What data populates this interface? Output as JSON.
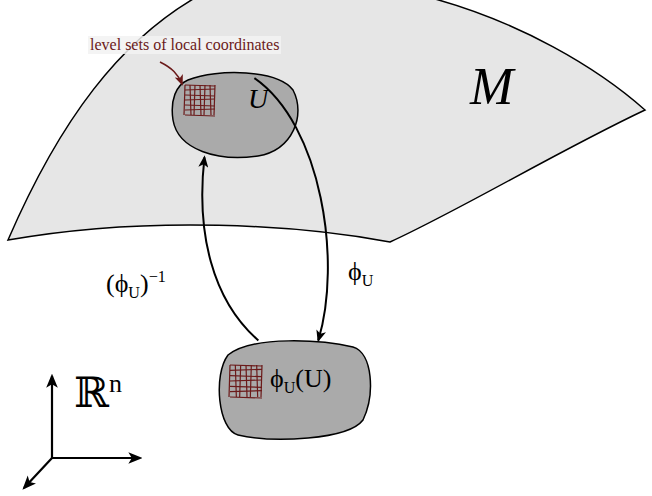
{
  "diagram": {
    "nodes": [
      {
        "text": [
          "M"
        ]
      },
      {
        "text": [
          "U"
        ],
        "in": 0
      },
      {
        "text": [
          "ϕU(U)"
        ]
      }
    ],
    "edges": [
      {
        "from": 1,
        "to": 2,
        "label": "ϕU",
        "arrow": "to"
      },
      {
        "from": 2,
        "to": 1,
        "label": "(ϕU)−1",
        "arrow": "to"
      }
    ],
    "labels": [
      "level sets of local coordinates",
      "ℝn"
    ]
  }
}
